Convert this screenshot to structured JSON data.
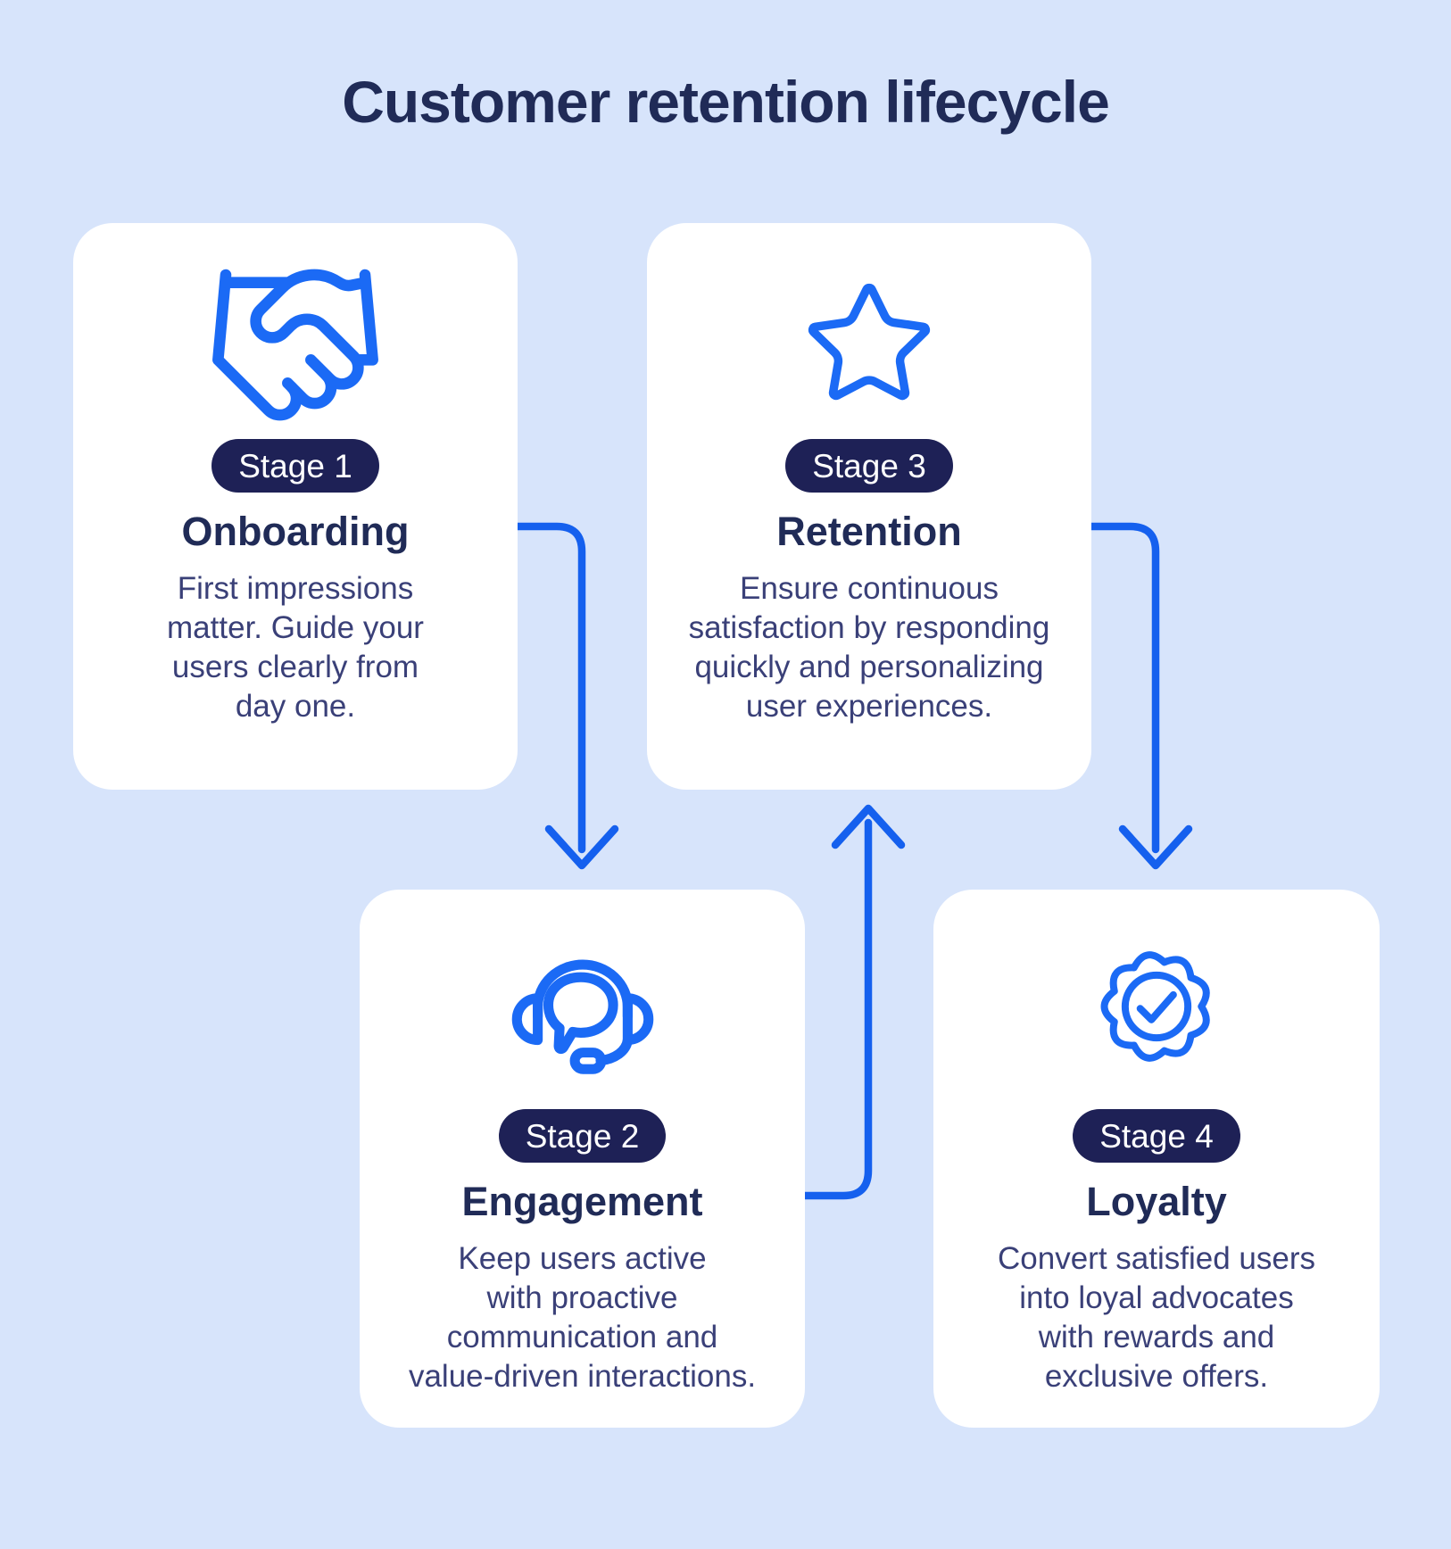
{
  "title": "Customer retention lifecycle",
  "colors": {
    "bg": "#d7e4fb",
    "card": "#ffffff",
    "badge": "#1e2156",
    "badge-text": "#ffffff",
    "heading": "#202b57",
    "body": "#3a4078",
    "accent": "#1b6af5",
    "arrow": "#1560ee"
  },
  "stages": [
    {
      "badge": "Stage 1",
      "name": "Onboarding",
      "icon": "handshake-icon",
      "description_lines": [
        "First impressions",
        "matter. Guide your",
        "users clearly from",
        "day one."
      ]
    },
    {
      "badge": "Stage 2",
      "name": "Engagement",
      "icon": "headset-chat-icon",
      "description_lines": [
        "Keep users active",
        "with proactive",
        "communication and",
        "value-driven interactions."
      ]
    },
    {
      "badge": "Stage 3",
      "name": "Retention",
      "icon": "star-icon",
      "description_lines": [
        "Ensure continuous",
        "satisfaction by responding",
        "quickly and personalizing",
        "user experiences."
      ]
    },
    {
      "badge": "Stage 4",
      "name": "Loyalty",
      "icon": "badge-check-icon",
      "description_lines": [
        "Convert satisfied users",
        "into loyal advocates",
        "with rewards and",
        "exclusive offers."
      ]
    }
  ],
  "connections": [
    {
      "from": "Onboarding",
      "to": "Engagement"
    },
    {
      "from": "Engagement",
      "to": "Retention"
    },
    {
      "from": "Retention",
      "to": "Loyalty"
    }
  ]
}
